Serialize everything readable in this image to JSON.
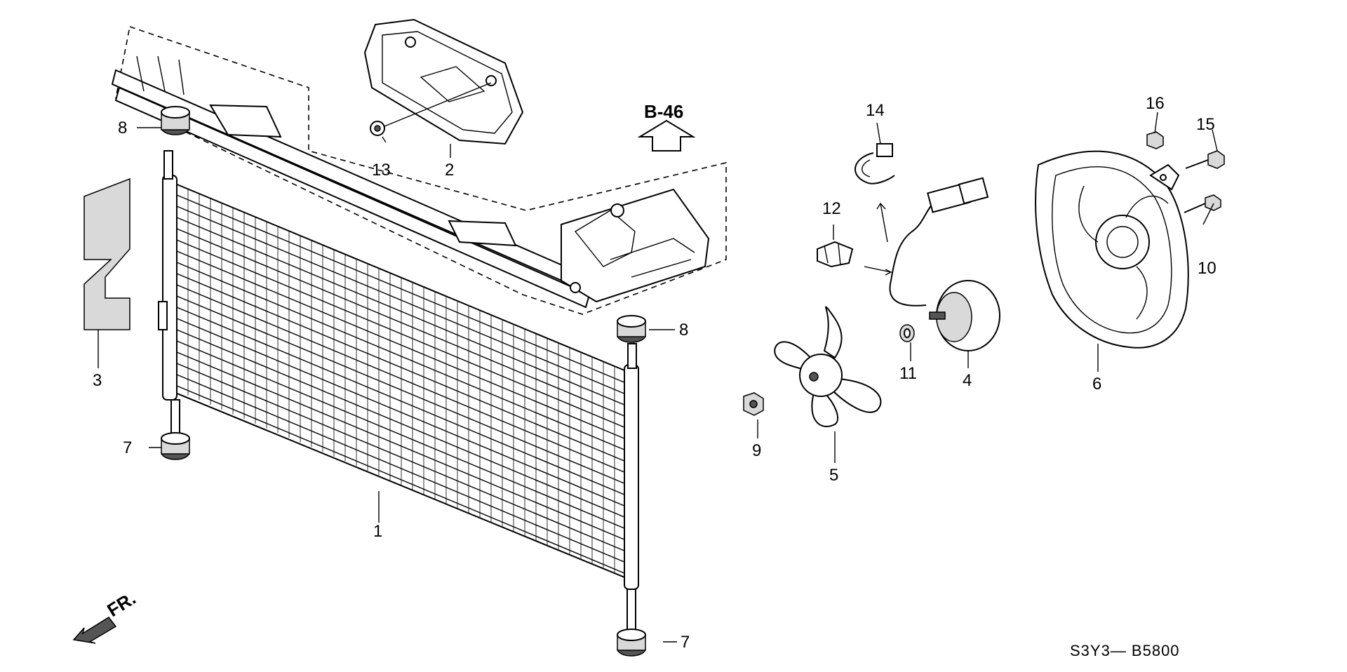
{
  "diagram": {
    "callouts": [
      {
        "id": "c1",
        "label": "1"
      },
      {
        "id": "c2",
        "label": "2"
      },
      {
        "id": "c3",
        "label": "3"
      },
      {
        "id": "c4",
        "label": "4"
      },
      {
        "id": "c5",
        "label": "5"
      },
      {
        "id": "c6",
        "label": "6"
      },
      {
        "id": "c7a",
        "label": "7"
      },
      {
        "id": "c7b",
        "label": "7"
      },
      {
        "id": "c8a",
        "label": "8"
      },
      {
        "id": "c8b",
        "label": "8"
      },
      {
        "id": "c9",
        "label": "9"
      },
      {
        "id": "c10",
        "label": "10"
      },
      {
        "id": "c11",
        "label": "11"
      },
      {
        "id": "c12",
        "label": "12"
      },
      {
        "id": "c13",
        "label": "13"
      },
      {
        "id": "c14",
        "label": "14"
      },
      {
        "id": "c15",
        "label": "15"
      },
      {
        "id": "c16",
        "label": "16"
      }
    ],
    "reference_label": "B-46",
    "front_label": "FR.",
    "diagram_code": "S3Y3— B5800"
  }
}
